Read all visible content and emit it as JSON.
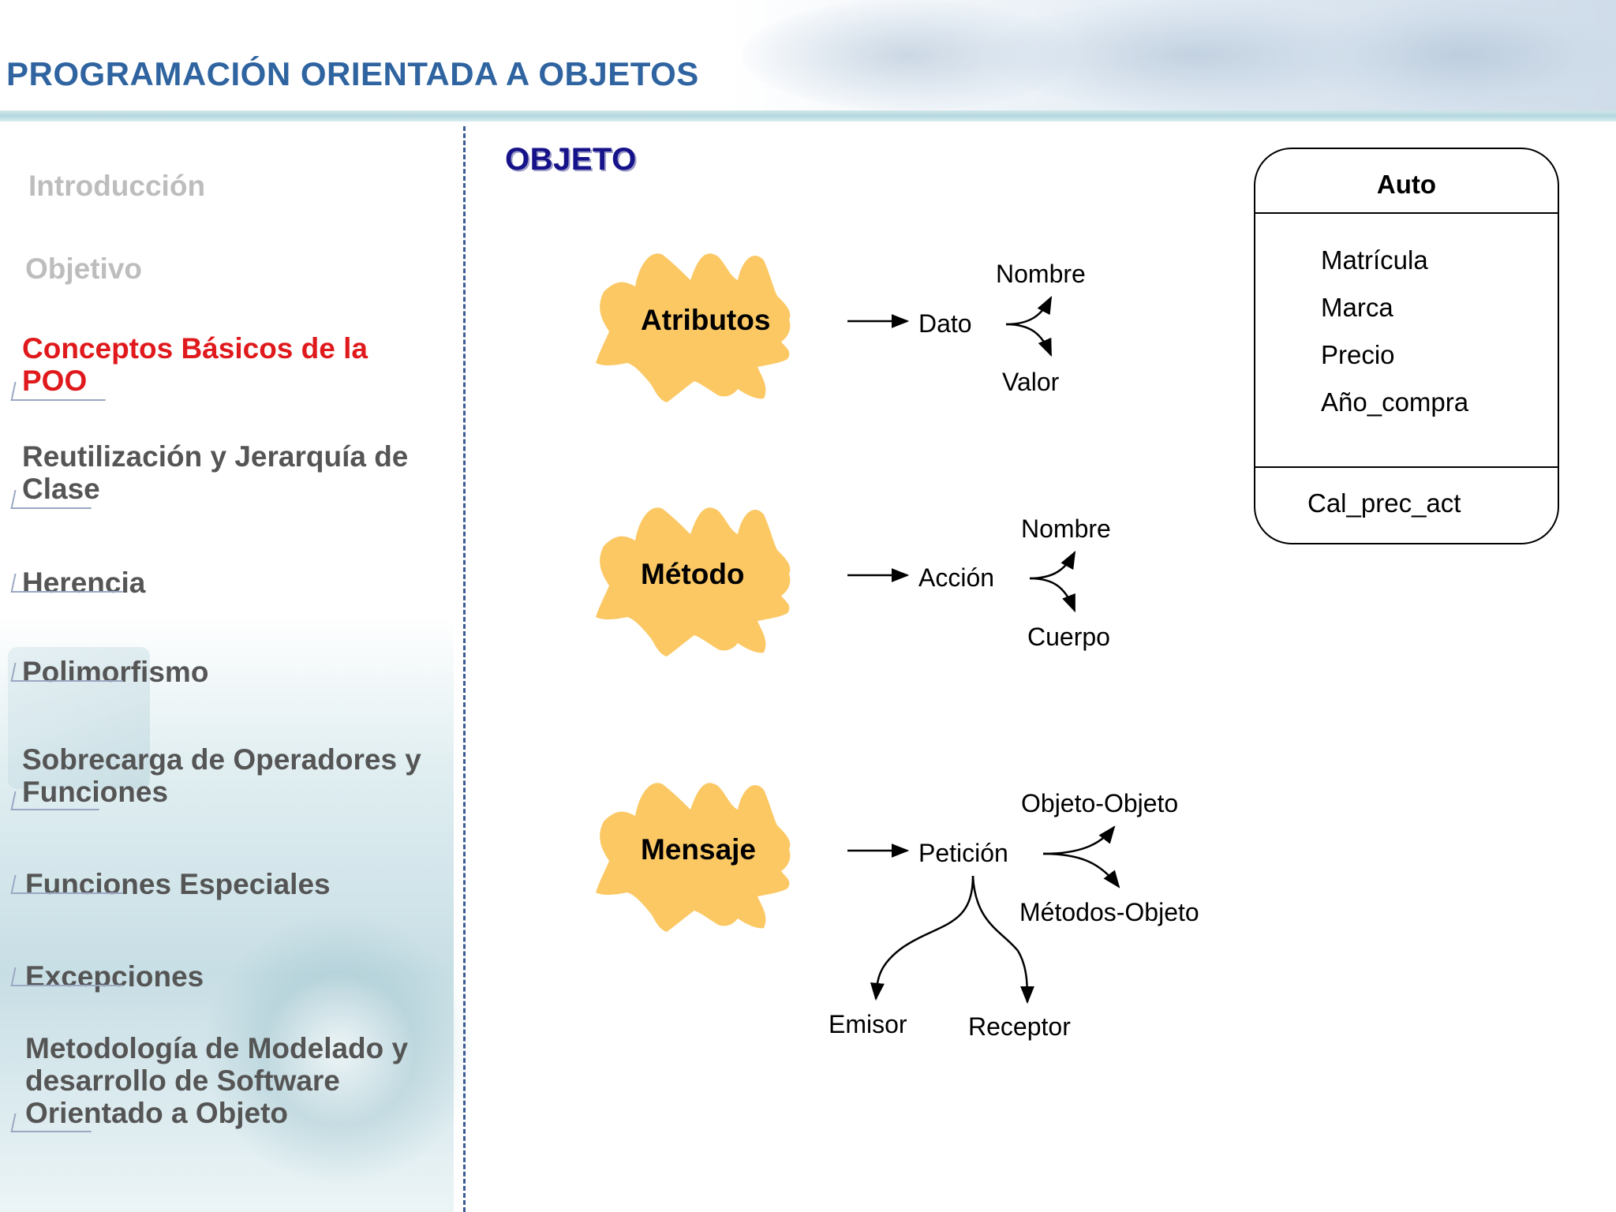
{
  "header": {
    "title": "PROGRAMACIÓN ORIENTADA A OBJETOS"
  },
  "sidebar": {
    "items": [
      {
        "label": "Introducción",
        "state": "faded"
      },
      {
        "label": "Objetivo",
        "state": "faded"
      },
      {
        "label": "Conceptos Básicos de la POO",
        "state": "active"
      },
      {
        "label": "Reutilización y Jerarquía de Clase",
        "state": "normal"
      },
      {
        "label": "Herencia",
        "state": "normal"
      },
      {
        "label": "Polimorfismo",
        "state": "normal"
      },
      {
        "label": "Sobrecarga de Operadores y Funciones",
        "state": "normal"
      },
      {
        "label": "Funciones Especiales",
        "state": "normal"
      },
      {
        "label": "Excepciones",
        "state": "normal"
      },
      {
        "label": "Metodología de Modelado y desarrollo de Software Orientado a Objeto",
        "state": "normal"
      }
    ]
  },
  "main": {
    "section_title": "OBJETO",
    "concepts": [
      {
        "name": "Atributos",
        "target": "Dato",
        "branches": [
          "Nombre",
          "Valor"
        ]
      },
      {
        "name": "Método",
        "target": "Acción",
        "branches": [
          "Nombre",
          "Cuerpo"
        ]
      },
      {
        "name": "Mensaje",
        "target": "Petición",
        "branches": [
          "Objeto-Objeto",
          "Métodos-Objeto"
        ],
        "sub_branches": [
          "Emisor",
          "Receptor"
        ]
      }
    ],
    "class_box": {
      "name": "Auto",
      "attributes": [
        "Matrícula",
        "Marca",
        "Precio",
        "Año_compra"
      ],
      "methods": [
        "Cal_prec_act"
      ]
    }
  },
  "colors": {
    "header_title": "#2f64a0",
    "active_nav": "#e0191c",
    "nav_text": "#555555",
    "faded_nav": "#bdbdbd",
    "section_title": "#15128a",
    "blob_fill": "#fbc864",
    "divider": "#3c5b96"
  }
}
